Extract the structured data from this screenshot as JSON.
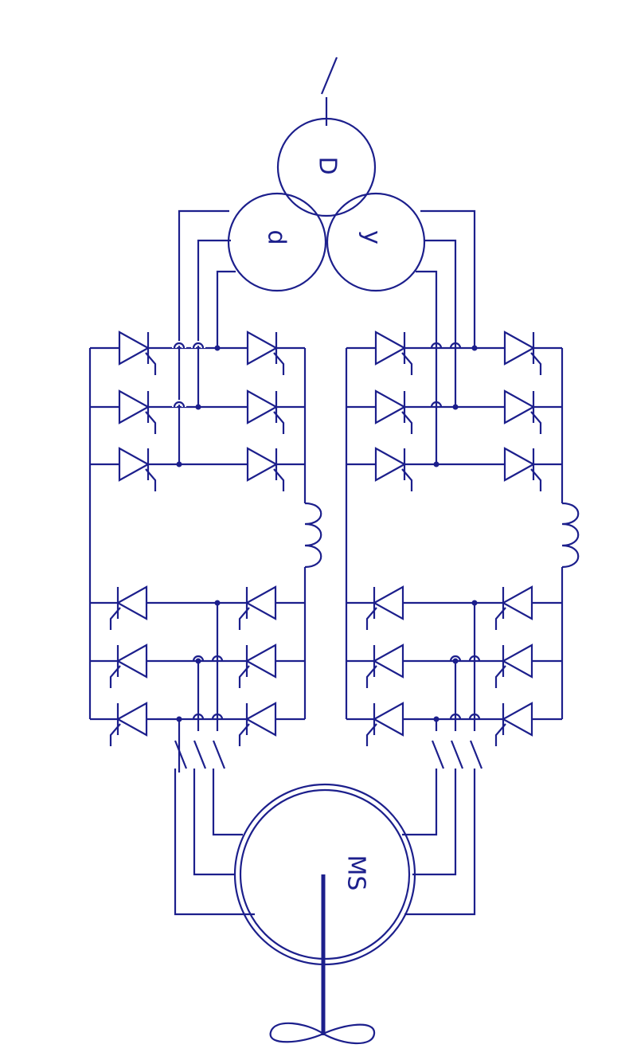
{
  "labels": {
    "transformer_primary": "D",
    "transformer_secondary_delta": "d",
    "transformer_secondary_wye": "y",
    "motor": "MS"
  },
  "colors": {
    "line": "#1c1f8c",
    "background": "#ffffff"
  }
}
